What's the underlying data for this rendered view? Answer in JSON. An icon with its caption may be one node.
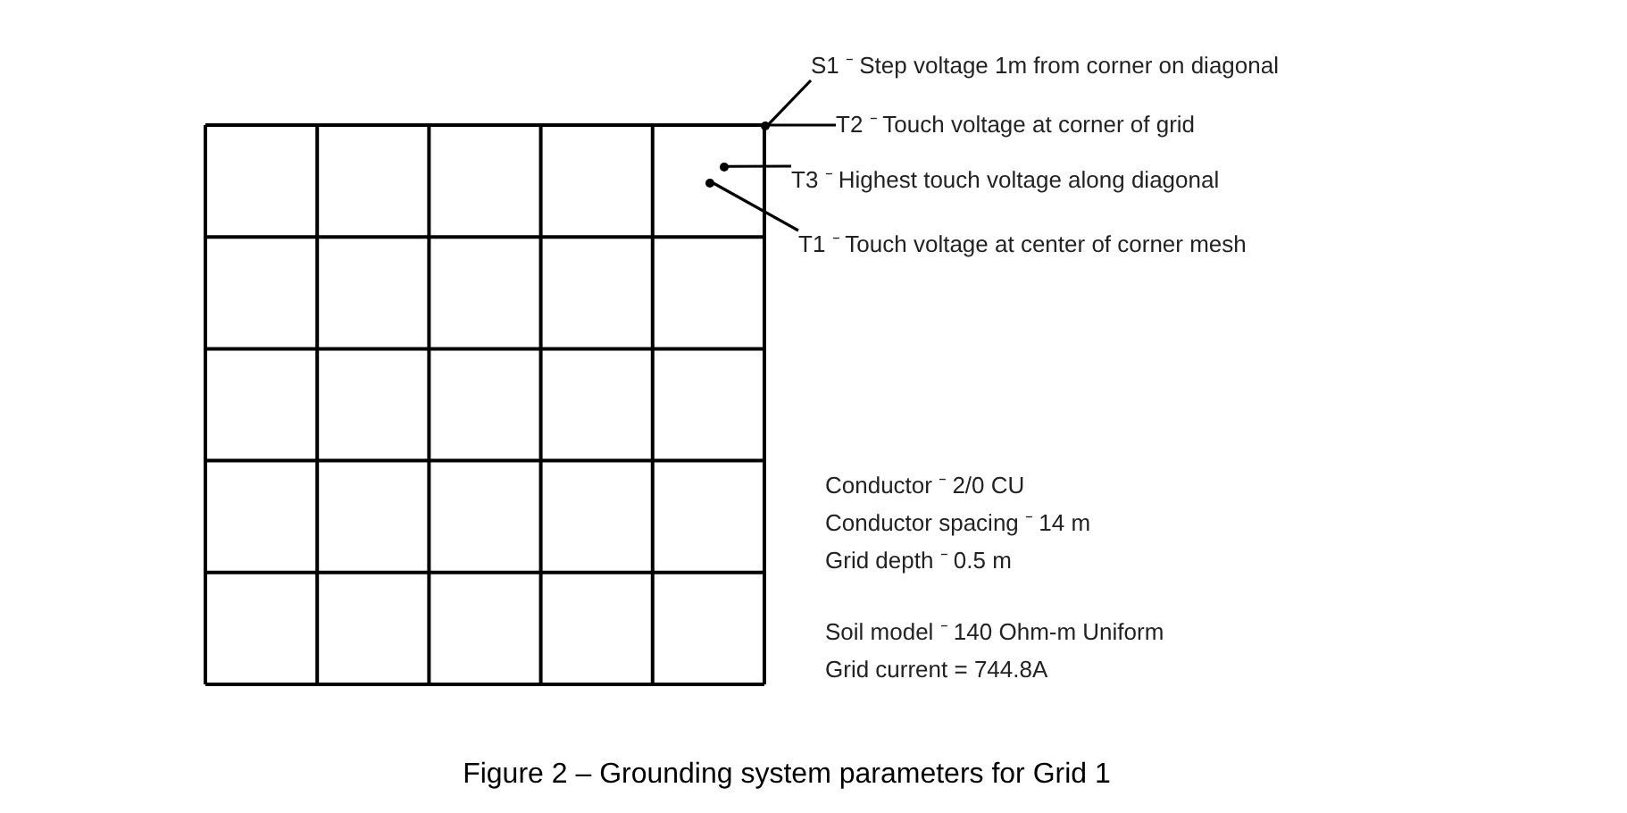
{
  "diagram": {
    "caption": "Figure 2 – Grounding system parameters for Grid 1",
    "nodes": [
      {
        "text": [
          "S1 ⁻ Step voltage 1m from corner on diagonal"
        ]
      },
      {
        "text": [
          "T2 ⁻ Touch voltage at corner of grid"
        ]
      },
      {
        "text": [
          "T3 ⁻ Highest touch voltage along diagonal"
        ]
      },
      {
        "text": [
          "T1 ⁻ Touch voltage at center of corner mesh"
        ]
      },
      {
        "text": [],
        "shape": "circle"
      },
      {
        "text": [],
        "shape": "circle"
      },
      {
        "text": [],
        "shape": "circle"
      }
    ],
    "edges": [
      {
        "from": 0,
        "to": 4,
        "arrow": "none"
      },
      {
        "from": 1,
        "to": 4,
        "arrow": "none"
      },
      {
        "from": 2,
        "to": 5,
        "arrow": "none"
      },
      {
        "from": 3,
        "to": 6,
        "arrow": "none"
      }
    ],
    "labels": [
      "Conductor ⁻ 2/0 CU",
      "Conductor spacing ⁻ 14 m",
      "Grid depth ⁻ 0.5 m",
      "Soil model ⁻ 140 Ohm-m Uniform",
      "Grid current = 744.8A"
    ]
  }
}
